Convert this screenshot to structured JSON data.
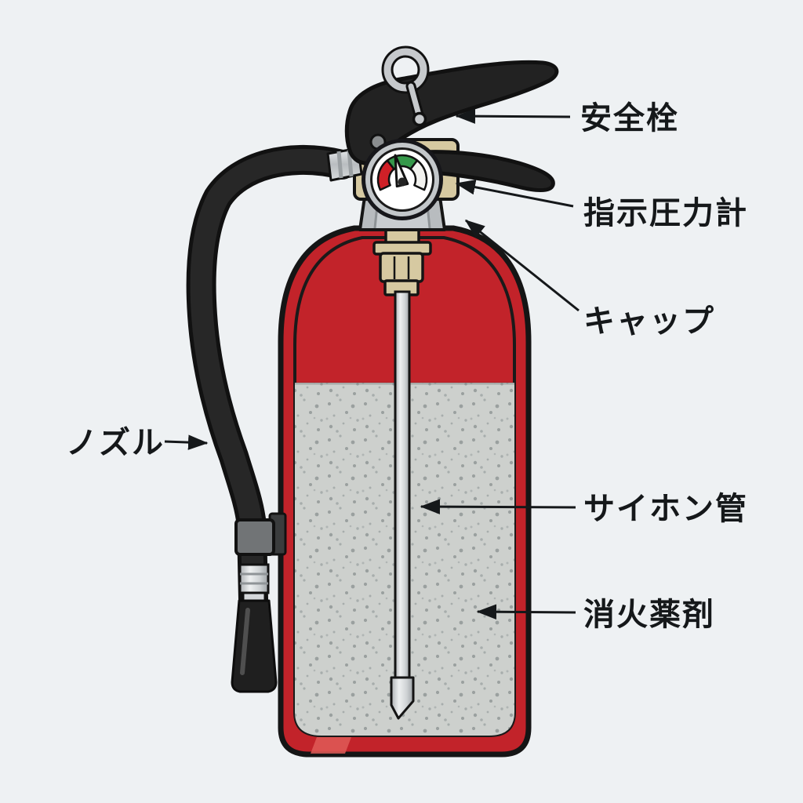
{
  "diagram": {
    "kind": "fire-extinguisher-cutaway",
    "labels": {
      "safety_pin": "安全栓",
      "pressure_gauge": "指示圧力計",
      "cap": "キャップ",
      "nozzle": "ノズル",
      "siphon_tube": "サイホン管",
      "agent": "消火薬剤"
    },
    "colors": {
      "background": "#eef1f3",
      "tank_red": "#c2232a",
      "tank_highlight": "#df5a57",
      "powder_gray": "#cdd0cd",
      "speckle_gray": "#9aa09f",
      "hose_black": "#272727",
      "outline_black": "#151515",
      "gauge_red": "#cf2027",
      "gauge_green": "#35984a",
      "gauge_white_zone": "#f2f2ef",
      "metal_silver": "#c6c9cc",
      "brass_tan": "#d6c9a1",
      "cap_gray": "#b8bcbf"
    }
  }
}
